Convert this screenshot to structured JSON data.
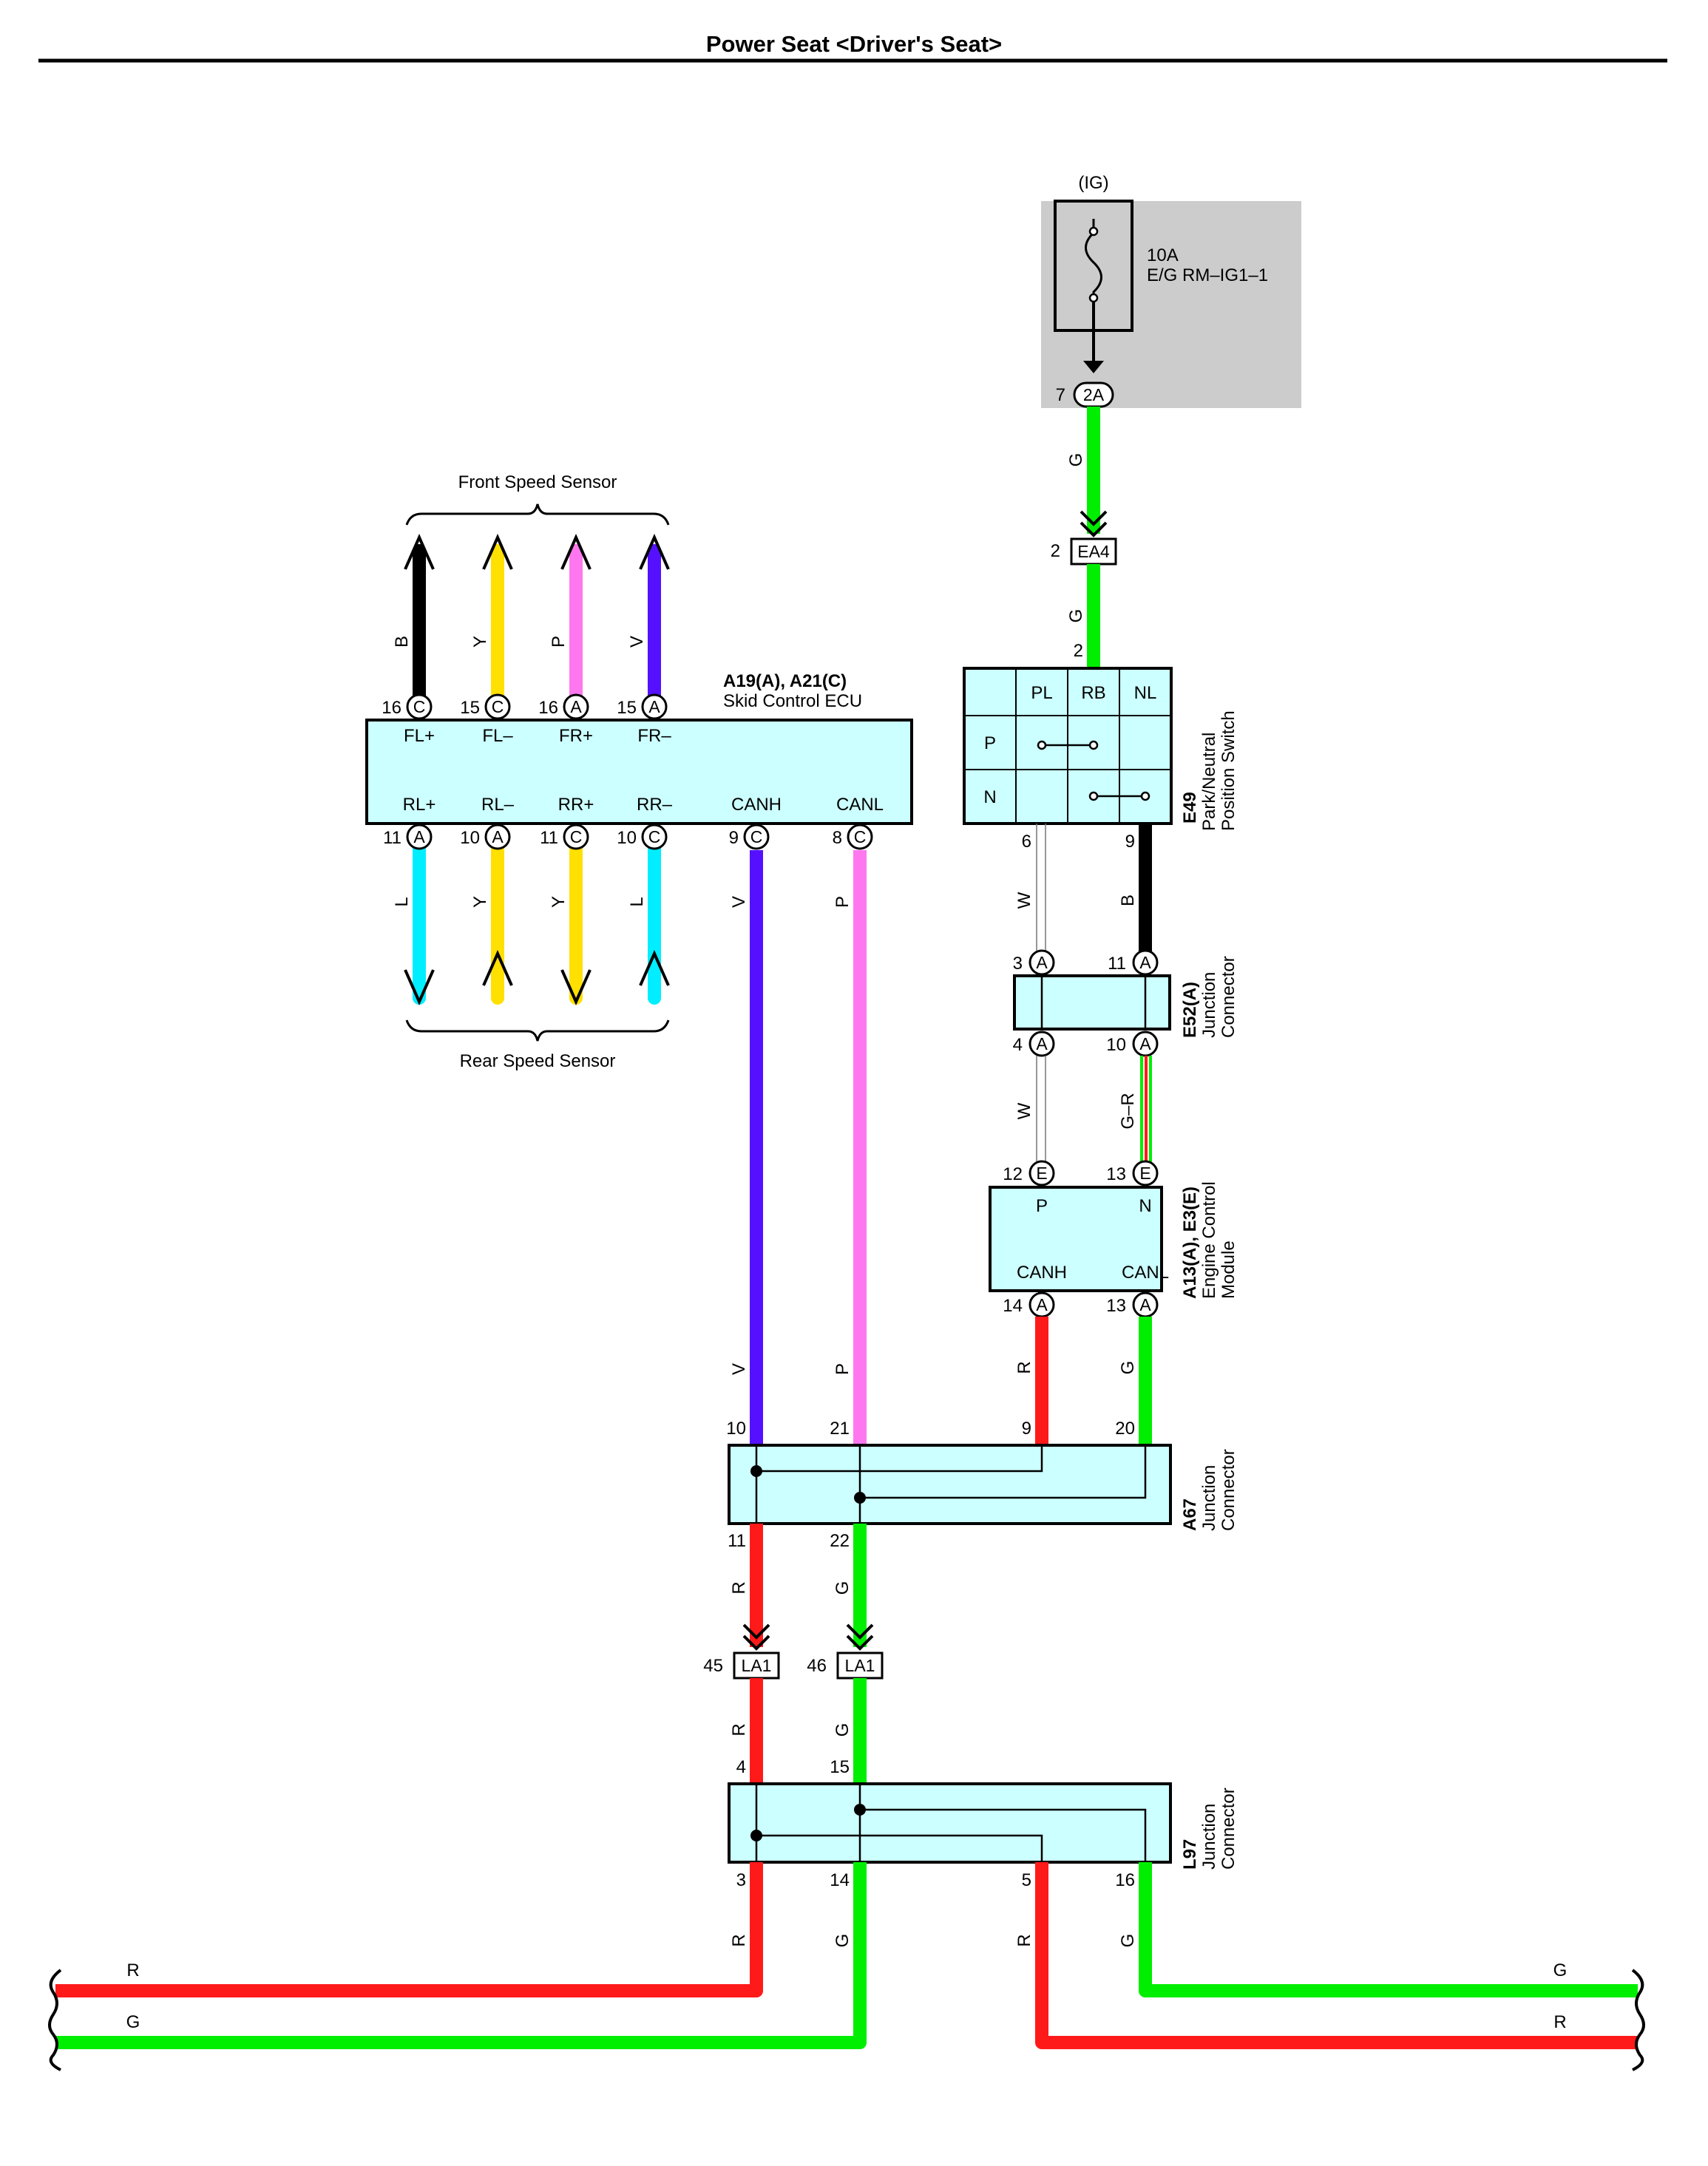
{
  "title": "Power Seat <Driver's Seat>",
  "colors": {
    "ecu_fill": "#ccffff",
    "fuse_box_fill": "#cccccc",
    "wire_G": "#00ee00",
    "wire_R": "#ff1a1a",
    "wire_B": "#000000",
    "wire_Y": "#ffe000",
    "wire_P": "#ff77ee",
    "wire_V": "#5511ff",
    "wire_L": "#00eeff",
    "wire_W": "#bbbbbb"
  },
  "fuse": {
    "source": "(IG)",
    "rating": "10A",
    "name": "E/G RM–IG1–1",
    "pin": "7",
    "connector": "2A"
  },
  "ea4": {
    "pin": "2",
    "name": "EA4"
  },
  "front_sensor_label": "Front Speed Sensor",
  "rear_sensor_label": "Rear Speed Sensor",
  "skid_ecu": {
    "ref": "A19(A), A21(C)",
    "name": "Skid Control ECU",
    "top_pins": [
      {
        "num": "16",
        "conn": "C",
        "term": "FL+",
        "wire": "B"
      },
      {
        "num": "15",
        "conn": "C",
        "term": "FL–",
        "wire": "Y"
      },
      {
        "num": "16",
        "conn": "A",
        "term": "FR+",
        "wire": "P"
      },
      {
        "num": "15",
        "conn": "A",
        "term": "FR–",
        "wire": "V"
      }
    ],
    "bottom_pins": [
      {
        "num": "11",
        "conn": "A",
        "term": "RL+",
        "wire": "L"
      },
      {
        "num": "10",
        "conn": "A",
        "term": "RL–",
        "wire": "Y"
      },
      {
        "num": "11",
        "conn": "C",
        "term": "RR+",
        "wire": "Y"
      },
      {
        "num": "10",
        "conn": "C",
        "term": "RR–",
        "wire": "L"
      },
      {
        "num": "9",
        "conn": "C",
        "term": "CANH",
        "wire": "V"
      },
      {
        "num": "8",
        "conn": "C",
        "term": "CANL",
        "wire": "P"
      }
    ]
  },
  "pn_switch": {
    "ref": "E49",
    "name_line1": "Park/Neutral",
    "name_line2": "Position Switch",
    "cols": [
      "PL",
      "RB",
      "NL"
    ],
    "rows": [
      "P",
      "N"
    ],
    "pin_top": "2",
    "pin_left": "6",
    "pin_right": "9",
    "wire_top": "G",
    "wire_left": "W",
    "wire_right": "B"
  },
  "e52": {
    "ref": "E52(A)",
    "name_line1": "Junction",
    "name_line2": "Connector",
    "pins": {
      "tl": "3",
      "tr": "11",
      "bl": "4",
      "br": "10"
    },
    "conn": "A",
    "wire_left": "W",
    "wire_right": "G–R"
  },
  "ecm": {
    "ref": "A13(A), E3(E)",
    "name_line1": "Engine Control",
    "name_line2": "Module",
    "top_pins": [
      {
        "num": "12",
        "conn": "E",
        "term": "P"
      },
      {
        "num": "13",
        "conn": "E",
        "term": "N"
      }
    ],
    "bottom_pins": [
      {
        "num": "14",
        "conn": "A",
        "term": "CANH"
      },
      {
        "num": "13",
        "conn": "A",
        "term": "CANL"
      }
    ],
    "wire_left": "R",
    "wire_right": "G"
  },
  "a67": {
    "ref": "A67",
    "name_line1": "Junction",
    "name_line2": "Connector",
    "top_pins": [
      "10",
      "21",
      "9",
      "20"
    ],
    "bottom_pins": [
      "11",
      "22"
    ],
    "top_wires": [
      "V",
      "P"
    ],
    "bottom_wires": [
      "R",
      "G"
    ]
  },
  "la1": [
    {
      "pin": "45",
      "name": "LA1"
    },
    {
      "pin": "46",
      "name": "LA1"
    }
  ],
  "la1_wires": [
    "R",
    "G"
  ],
  "l97": {
    "ref": "L97",
    "name_line1": "Junction",
    "name_line2": "Connector",
    "top_pins": [
      "4",
      "15"
    ],
    "bottom_pins": [
      "3",
      "14",
      "5",
      "16"
    ],
    "bottom_wires": [
      "R",
      "G",
      "R",
      "G"
    ]
  },
  "bus_left": [
    "R",
    "G"
  ],
  "bus_right": [
    "G",
    "R"
  ]
}
